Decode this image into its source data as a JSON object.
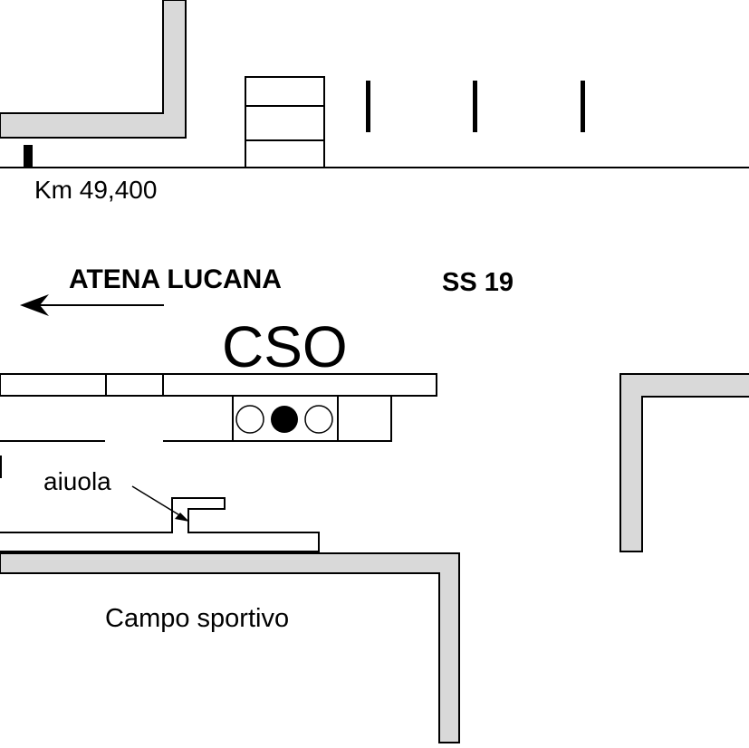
{
  "labels": {
    "km": "Km 49,400",
    "direction": "ATENA LUCANA",
    "road": "SS 19",
    "site_code": "CSO",
    "flowerbed": "aiuola",
    "sports_field": "Campo sportivo"
  },
  "colors": {
    "background": "#ffffff",
    "line": "#000000",
    "wall_fill": "#d9d9d9"
  },
  "icons": {
    "direction_arrow": "arrow-left-icon",
    "traffic_light": "traffic-light-icon"
  }
}
